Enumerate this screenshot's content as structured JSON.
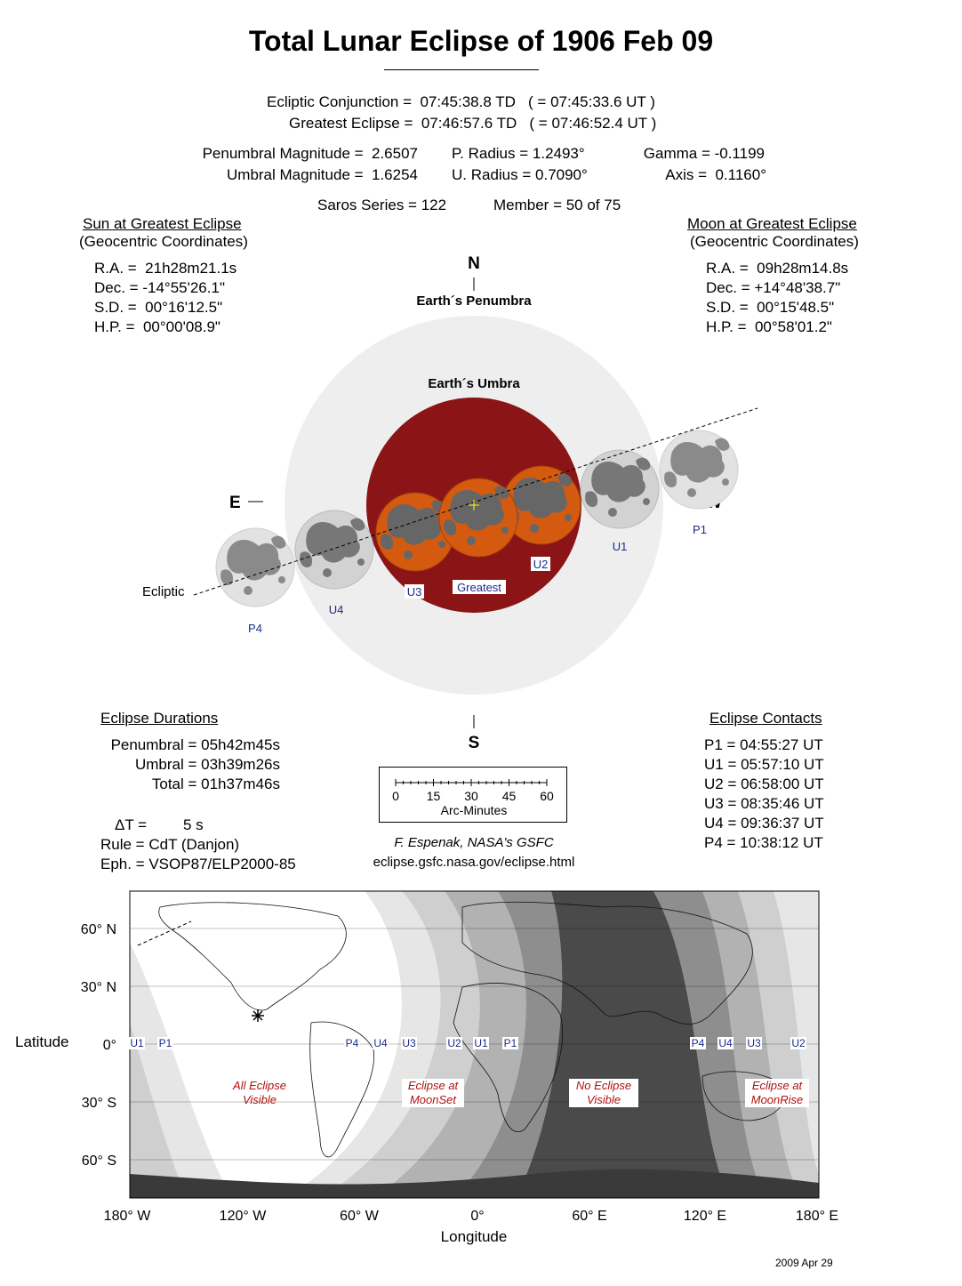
{
  "title": "Total Lunar Eclipse of  1906 Feb 09",
  "conjunction": {
    "ecliptic": "Ecliptic Conjunction =  07:45:38.8 TD   ( = 07:45:33.6 UT )",
    "greatest": "Greatest Eclipse =  07:46:57.6 TD   ( = 07:46:52.4 UT )"
  },
  "params": {
    "penumbral_mag": "Penumbral Magnitude =  2.6507",
    "umbral_mag": "Umbral Magnitude =  1.6254",
    "p_radius": "P. Radius = 1.2493°",
    "u_radius": "U. Radius = 0.7090°",
    "gamma": "Gamma = -0.1199",
    "axis": "Axis =  0.1160°",
    "saros": "Saros Series = 122",
    "member": "Member = 50 of 75"
  },
  "sun": {
    "heading": "Sun at Greatest Eclipse",
    "sub": "(Geocentric Coordinates)",
    "ra": "R.A. =  21h28m21.1s",
    "dec": "Dec. = -14°55'26.1\"",
    "sd": "S.D. =  00°16'12.5\"",
    "hp": "H.P. =  00°00'08.9\""
  },
  "moon": {
    "heading": "Moon at Greatest Eclipse",
    "sub": "(Geocentric Coordinates)",
    "ra": "R.A. =  09h28m14.8s",
    "dec": "Dec. = +14°48'38.7\"",
    "sd": "S.D. =  00°15'48.5\"",
    "hp": "H.P. =  00°58'01.2\""
  },
  "diagram": {
    "north": "N",
    "south": "S",
    "east": "E",
    "west": "W",
    "penumbra_label": "Earth´s Penumbra",
    "umbra_label": "Earth´s Umbra",
    "ecliptic_label": "Ecliptic",
    "greatest_label": "Greatest",
    "contacts": [
      "P1",
      "U1",
      "U2",
      "U3",
      "U4",
      "P4"
    ],
    "colors": {
      "penumbra": "#eeeeee",
      "umbra": "#8b1416",
      "eclipsed_moon": "#d45a10",
      "moon": "#e2e2e2",
      "maria": "#7a7a7a",
      "contact_label": "#1a2b8a"
    }
  },
  "durations": {
    "heading": "Eclipse Durations",
    "penumbral": "Penumbral = 05h42m45s",
    "umbral": "Umbral = 03h39m26s",
    "total": "Total = 01h37m46s",
    "delta_t_label": "ΔT =",
    "delta_t_value": "5 s",
    "rule": "Rule = CdT (Danjon)",
    "eph": "Eph. = VSOP87/ELP2000-85"
  },
  "contacts_list": {
    "heading": "Eclipse Contacts",
    "items": [
      "P1 = 04:55:27 UT",
      "U1 = 05:57:10 UT",
      "U2 = 06:58:00 UT",
      "U3 = 08:35:46 UT",
      "U4 = 09:36:37 UT",
      "P4 = 10:38:12 UT"
    ]
  },
  "scale": {
    "ticks": [
      "0",
      "15",
      "30",
      "45",
      "60"
    ],
    "label": "Arc-Minutes"
  },
  "credit": {
    "author": "F. Espenak, NASA's GSFC",
    "url": "eclipse.gsfc.nasa.gov/eclipse.html"
  },
  "map": {
    "lat_labels": [
      "60° N",
      "30° N",
      "0°",
      "30° S",
      "60° S"
    ],
    "lon_labels": [
      "180° W",
      "120° W",
      "60° W",
      "0°",
      "60° E",
      "120° E",
      "180° E"
    ],
    "ylabel": "Latitude",
    "xlabel": "Longitude",
    "zone_all": [
      "All Eclipse",
      "Visible"
    ],
    "zone_set": [
      "Eclipse at",
      "MoonSet"
    ],
    "zone_none": [
      "No Eclipse",
      "Visible"
    ],
    "zone_rise": [
      "Eclipse at",
      "MoonRise"
    ],
    "equator_labels": [
      "U1",
      "P1",
      "P4",
      "U4",
      "U3",
      "U2",
      "U1",
      "P1",
      "P4",
      "U4",
      "U3",
      "U2"
    ],
    "zone_text_color": "#b01010"
  },
  "date": "2009 Apr 29"
}
